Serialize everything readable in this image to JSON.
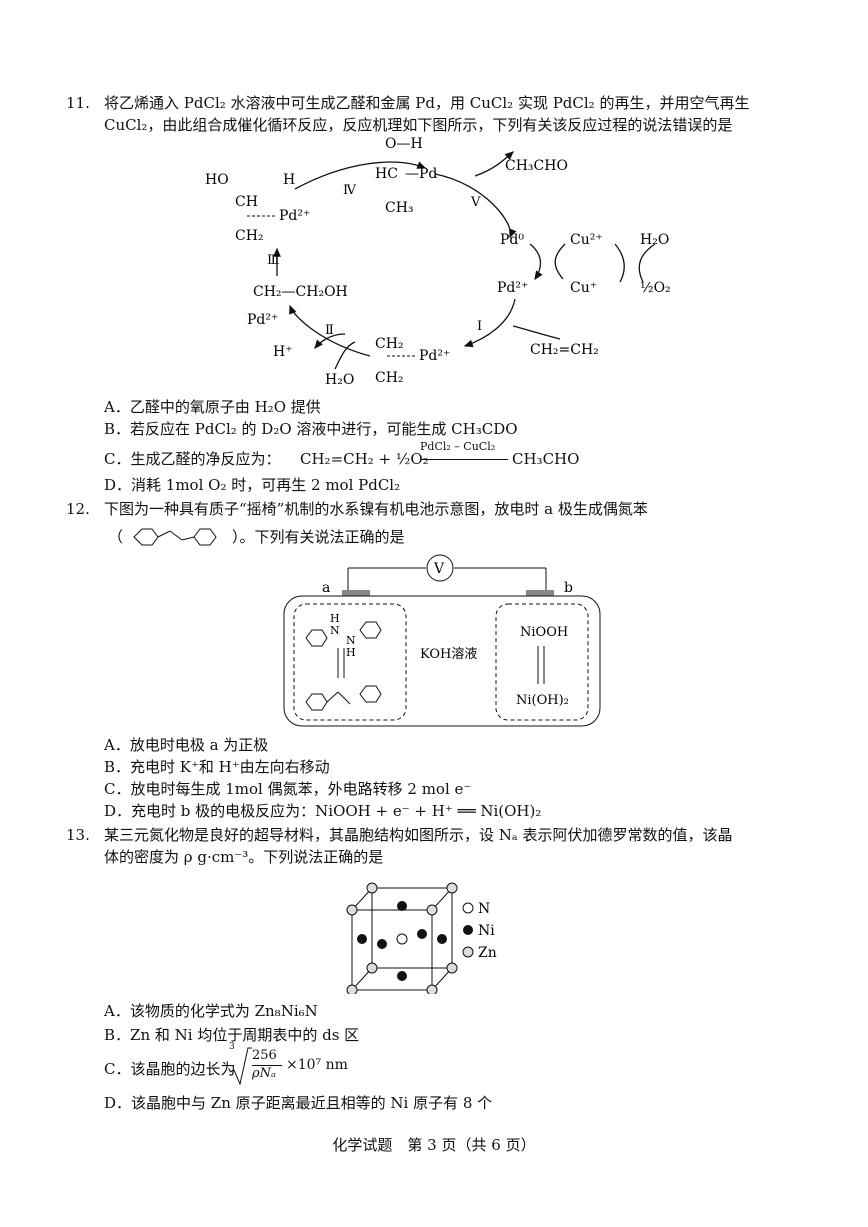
{
  "q11": {
    "num": "11.",
    "stem1": "将乙烯通入 PdCl₂ 水溶液中可生成乙醛和金属 Pd，用 CuCl₂ 实现 PdCl₂ 的再生，并用空气再生",
    "stem2": "CuCl₂，由此组合成催化循环反应，反应机理如下图所示，下列有关该反应过程的说法错误的是",
    "diagram": {
      "ho": "HO",
      "ch": "CH",
      "h_top": "H",
      "pd2_a": "Pd²⁺",
      "ch2_a": "CH₂",
      "step4": "Ⅳ",
      "o_h": "O—H",
      "hc": "HC",
      "pd_b": "—Pd",
      "ch3": "CH₃",
      "ch3cho": "CH₃CHO",
      "step5": "Ⅴ",
      "pd0": "Pd⁰",
      "cu2": "Cu²⁺",
      "h2o_r": "H₂O",
      "pd2_r": "Pd²⁺",
      "cu1": "Cu⁺",
      "half_o2": "½O₂",
      "step3": "Ⅲ",
      "ch2ch2oh": "CH₂—CH₂OH",
      "pd2_l": "Pd²⁺",
      "step2": "Ⅱ",
      "step1": "Ⅰ",
      "hplus": "H⁺",
      "h2o_b": "H₂O",
      "ch2_b1": "CH₂",
      "ch2_b2": "CH₂",
      "pd2_b": "Pd²⁺",
      "ethylene": "CH₂=CH₂"
    },
    "options": [
      "A．乙醛中的氧原子由 H₂O 提供",
      "B．若反应在 PdCl₂ 的 D₂O 溶液中进行，可能生成 CH₃CDO",
      "C．生成乙醛的净反应为：",
      "D．消耗 1mol O₂ 时，可再生 2 mol PdCl₂"
    ],
    "eq": {
      "lhs": "CH₂=CH₂ + ½O₂",
      "cond": "PdCl₂ – CuCl₂",
      "rhs": "CH₃CHO"
    }
  },
  "q12": {
    "num": "12.",
    "stem1": "下图为一种具有质子“摇椅”机制的水系镍有机电池示意图，放电时 a 极生成偶氮苯",
    "stem2": "）。下列有关说法正确的是",
    "paren": "（",
    "diagram": {
      "v": "V",
      "a": "a",
      "b": "b",
      "koh": "KOH溶液",
      "niooh": "NiOOH",
      "nioh2": "Ni(OH)₂",
      "h1": "H",
      "n1": "N",
      "h2": "H",
      "n2": "N"
    },
    "options": [
      "A．放电时电极 a 为正极",
      "B．充电时 K⁺和 H⁺由左向右移动",
      "C．放电时每生成 1mol 偶氮苯，外电路转移 2 mol e⁻",
      "D．充电时 b 极的电极反应为：NiOOH + e⁻ + H⁺ ══ Ni(OH)₂"
    ]
  },
  "q13": {
    "num": "13.",
    "stem1": "某三元氮化物是良好的超导材料，其晶胞结构如图所示，设 Nₐ 表示阿伏加德罗常数的值，该晶",
    "stem2": "体的密度为 ρ g·cm⁻³。下列说法正确的是",
    "legend": [
      "N",
      "Ni",
      "Zn"
    ],
    "options": [
      "A．该物质的化学式为 Zn₈Ni₆N",
      "B．Zn 和 Ni 均位于周期表中的 ds 区",
      "C．该晶胞的边长为",
      "D．该晶胞中与 Zn 原子距离最近且相等的 Ni 原子有 8 个"
    ],
    "cube_root": {
      "num": "256",
      "den": "ρNₐ",
      "factor": "×10⁷ nm"
    }
  },
  "footer": "化学试题　第 3 页（共 6 页）"
}
